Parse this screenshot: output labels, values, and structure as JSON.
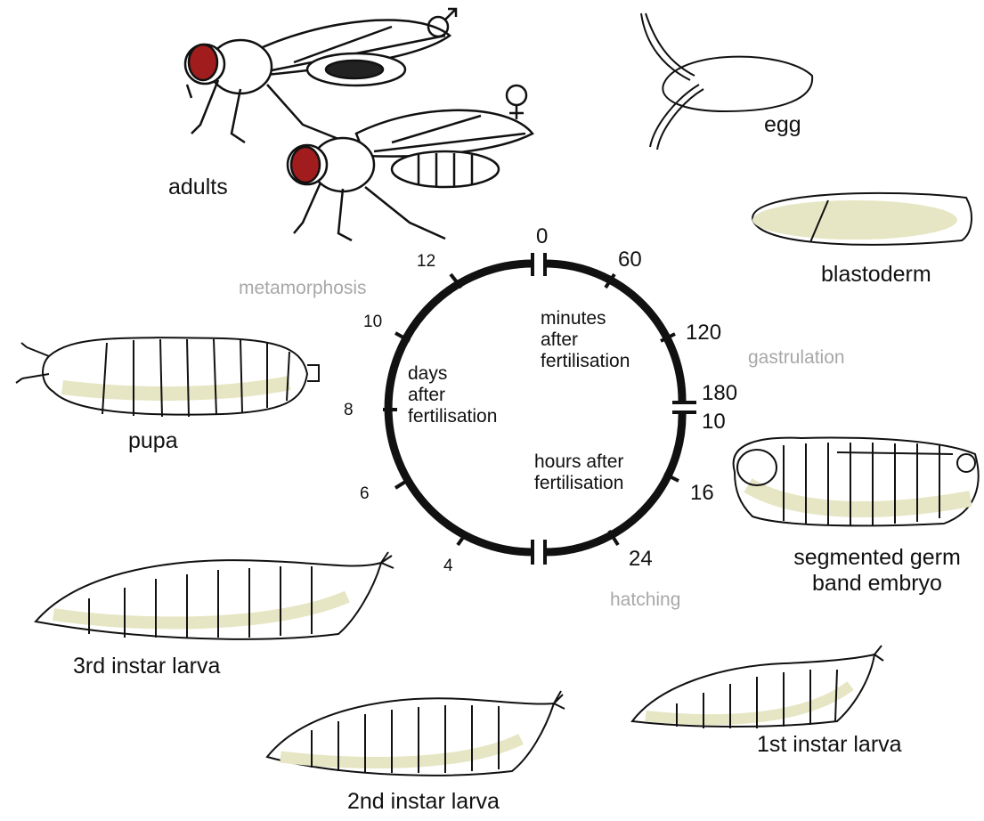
{
  "stages": {
    "adults": "adults",
    "egg": "egg",
    "blastoderm": "blastoderm",
    "pupa": "pupa",
    "segmented_germ_band": [
      "segmented germ",
      "band embryo"
    ],
    "third_instar": "3rd instar larva",
    "second_instar": "2nd instar larva",
    "first_instar": "1st instar larva"
  },
  "phases": {
    "metamorphosis": "metamorphosis",
    "gastrulation": "gastrulation",
    "hatching": "hatching"
  },
  "sex_symbols": {
    "male": "♂",
    "female": "♀"
  },
  "clock": {
    "minutes_text": [
      "minutes",
      "after",
      "fertilisation"
    ],
    "hours_text": [
      "hours after",
      "fertilisation"
    ],
    "days_text": [
      "days",
      "after",
      "fertilisation"
    ],
    "minutes_ticks": [
      "0",
      "60",
      "120",
      "180"
    ],
    "hours_ticks": [
      "10",
      "16",
      "24"
    ],
    "days_ticks": [
      "4",
      "6",
      "8",
      "10",
      "12"
    ]
  },
  "colors": {
    "ink": "#111111",
    "yolk": "#e6e6c4",
    "eye": "#a11d1d",
    "phase_label": "#a8a8a8"
  }
}
